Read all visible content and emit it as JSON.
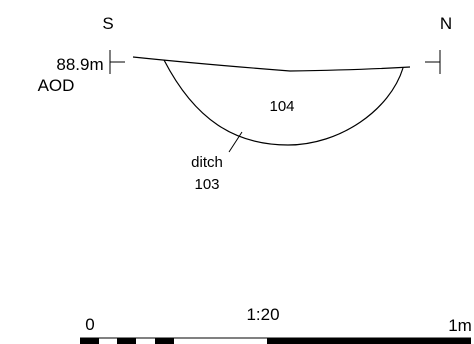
{
  "section": {
    "orientation_left": "S",
    "orientation_right": "N",
    "datum_height": "88.9m",
    "datum_unit": "AOD",
    "fill_context": "104",
    "cut_label": "ditch",
    "cut_context": "103"
  },
  "scale_bar": {
    "start_label": "0",
    "ratio_label": "1:20",
    "end_label": "1m"
  },
  "colors": {
    "ink": "#000000",
    "background": "#ffffff"
  }
}
